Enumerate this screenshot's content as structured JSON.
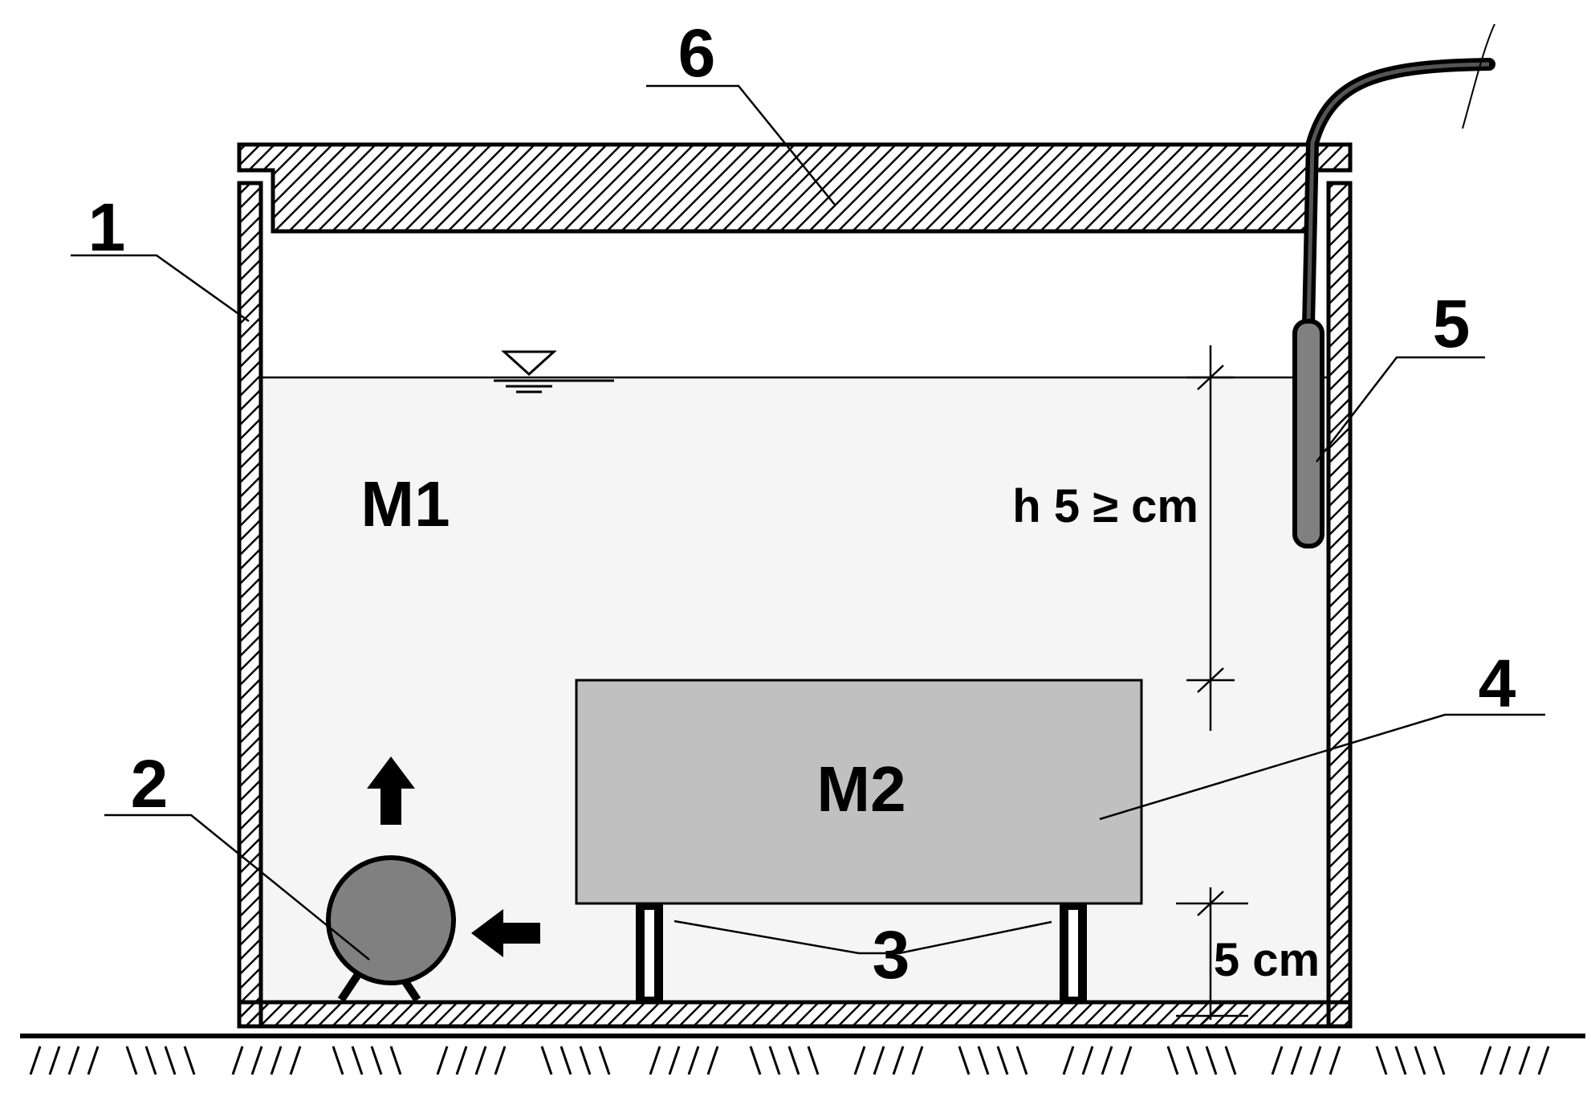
{
  "diagram": {
    "labels": {
      "tank": "1",
      "pump": "2",
      "supports": "3",
      "specimen": "4",
      "sensor": "5",
      "lid": "6"
    },
    "medium_1": "M1",
    "medium_2": "M2",
    "dim_depth": "h 5 ≥ cm",
    "dim_clearance": "5 cm"
  },
  "colors": {
    "water": "#f5f5f5",
    "specimen": "#c0c0c0",
    "pump": "#808080",
    "stroke": "#000000"
  }
}
